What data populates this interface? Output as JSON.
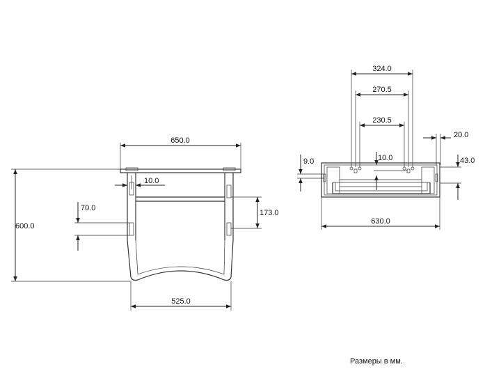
{
  "front_view": {
    "width_top": "650.0",
    "offset_small": "10.0",
    "height_total": "600.0",
    "slot_left": "70.0",
    "slot_right": "173.0",
    "width_bottom": "525.0"
  },
  "top_view": {
    "dim_324": "324.0",
    "dim_270": "270.5",
    "dim_230": "230.5",
    "dim_20": "20.0",
    "dim_10": "10.0",
    "dim_9": "9.0",
    "dim_43": "43.0",
    "dim_630": "630.0"
  },
  "note": "Размеры в мм."
}
